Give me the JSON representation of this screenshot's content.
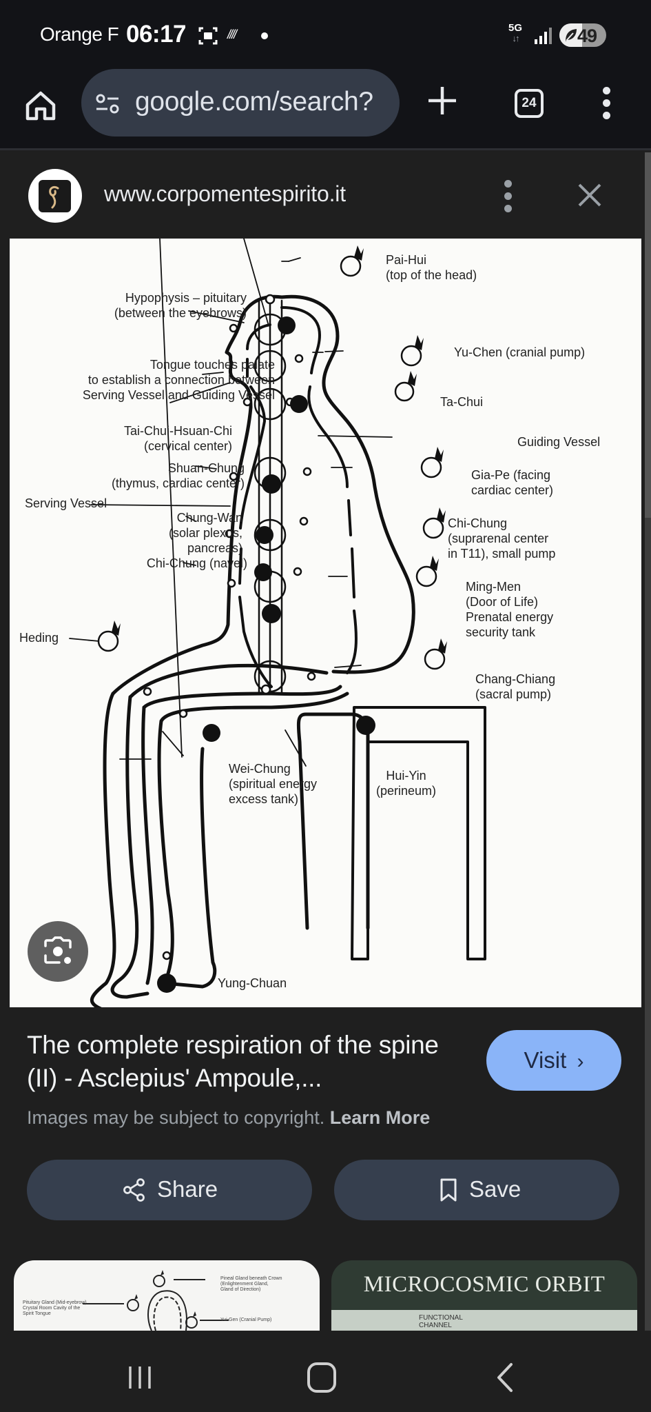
{
  "status_bar": {
    "carrier": "Orange F",
    "time": "06:17",
    "network": "5G",
    "network_arrows": "↓↑",
    "battery_percent": 49,
    "battery_label": "49"
  },
  "browser": {
    "url": "google.com/search?",
    "tab_count": "24",
    "icons": [
      "home-icon",
      "tune-icon",
      "new-tab-plus-icon",
      "tab-switcher-icon",
      "more-vert-icon"
    ]
  },
  "site": {
    "domain": "www.corpomentespirito.it",
    "icons": [
      "site-favicon",
      "more-vert-icon",
      "close-icon"
    ]
  },
  "diagram": {
    "labels": {
      "pai_hui": [
        "Pai-Hui",
        "(top of the head)"
      ],
      "hypophysis": [
        "Hypophysis – pituitary",
        "(between the eyebrows)"
      ],
      "yu_chen": [
        "Yu-Chen (cranial pump)"
      ],
      "tongue": [
        "Tongue touches palate",
        "to establish a connection between",
        "Serving Vessel and Guiding Vessel"
      ],
      "ta_chui": [
        "Ta-Chui"
      ],
      "tai_chui": [
        "Tai-Chui-Hsuan-Chi",
        "(cervical center)"
      ],
      "guiding_vessel": [
        "Guiding Vessel"
      ],
      "shuan_chung": [
        "Shuan-Chung",
        "(thymus, cardiac center)"
      ],
      "gia_pe": [
        "Gia-Pe (facing",
        "cardiac center)"
      ],
      "serving_vessel": [
        "Serving Vessel"
      ],
      "chung_wan": [
        "Chung-Wan",
        "(solar plexus,",
        "pancreas)"
      ],
      "chi_chung_back": [
        "Chi-Chung",
        "(suprarenal center",
        "in T11), small pump"
      ],
      "chi_chung_navel": [
        "Chi-Chung (navel)"
      ],
      "ming_men": [
        "Ming-Men",
        "(Door of Life)",
        "Prenatal energy",
        "security tank"
      ],
      "heding": [
        "Heding"
      ],
      "chang_chiang": [
        "Chang-Chiang",
        "(sacral pump)"
      ],
      "wei_chung": [
        "Wei-Chung",
        "(spiritual energy",
        "excess tank)"
      ],
      "hui_yin": [
        "Hui-Yin",
        "(perineum)"
      ],
      "yung_chuan": [
        "Yung-Chuan"
      ]
    }
  },
  "result": {
    "title": "The complete respiration of the spine (II) - Asclepius' Ampoule,...",
    "visit_label": "Visit",
    "copyright_text": "Images may be subject to copyright.",
    "learn_more": "Learn More",
    "share_label": "Share",
    "save_label": "Save"
  },
  "related": [
    {
      "labels": [
        "Pineal Gland beneath Crown",
        "(Enlightenment Gland,",
        "Gland of Direction)",
        "Pituitary Gland (Mid-eyebrow)",
        "Crystal Room Cavity of the",
        "Spirit Tongue",
        "Yui-Gen (Cranial Pump)"
      ]
    },
    {
      "title": "MICROCOSMIC ORBIT",
      "subtitle": [
        "FUNCTIONAL",
        "CHANNEL"
      ]
    }
  ],
  "nav": {
    "icons": [
      "recents-icon",
      "home-icon",
      "back-icon"
    ]
  }
}
